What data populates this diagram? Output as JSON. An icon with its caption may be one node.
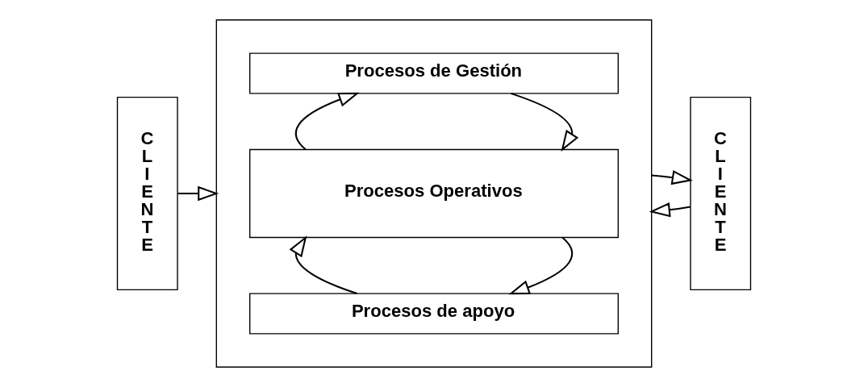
{
  "diagram": {
    "nodes": [
      {
        "text": [],
        "shape": "box"
      },
      {
        "text": [
          "Procesos de Gestión"
        ],
        "in": 0
      },
      {
        "text": [
          "Procesos Operativos"
        ],
        "in": 0
      },
      {
        "text": [
          "Procesos de apoyo"
        ],
        "in": 0
      },
      {
        "text": [
          "C L I E N T E"
        ]
      },
      {
        "text": [
          "C L I E N T E"
        ]
      }
    ],
    "edges": [
      {
        "from": 4,
        "to": 0,
        "arrow": "to"
      },
      {
        "from": 1,
        "to": 2,
        "arrow": "to"
      },
      {
        "from": 2,
        "to": 1,
        "arrow": "to"
      },
      {
        "from": 5,
        "to": 0,
        "arrow": "to"
      },
      {
        "from": 0,
        "to": 5,
        "arrow": "to"
      },
      {
        "from": 2,
        "to": 3,
        "arrow": "to"
      },
      {
        "from": 3,
        "to": 2,
        "arrow": "to"
      }
    ]
  }
}
